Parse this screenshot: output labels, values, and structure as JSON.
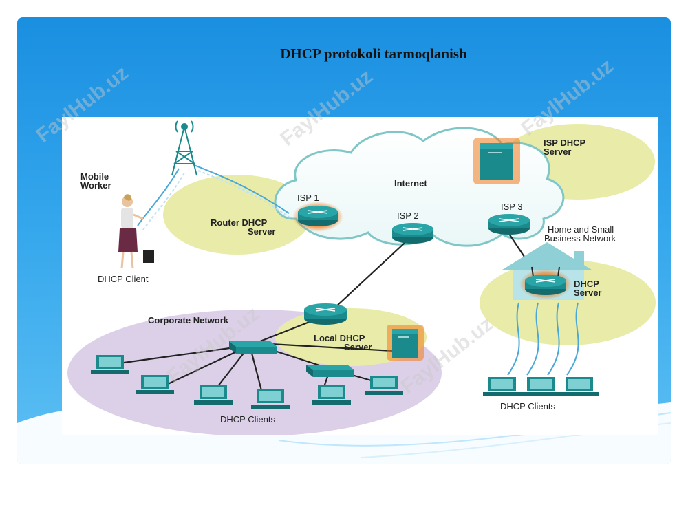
{
  "slide": {
    "title": "DHCP protokoli tarmoqlanish"
  },
  "diagram": {
    "labels": {
      "mobile_worker": [
        "Mobile",
        "Worker"
      ],
      "dhcp_client": "DHCP Client",
      "internet": "Internet",
      "isp1": "ISP 1",
      "isp2": "ISP 2",
      "isp3": "ISP 3",
      "router_dhcp_server": [
        "Router DHCP",
        "Server"
      ],
      "isp_dhcp_server": [
        "ISP DHCP",
        "Server"
      ],
      "home_small_business": [
        "Home and Small",
        "Business Network"
      ],
      "home_dhcp_server": [
        "DHCP",
        "Server"
      ],
      "corporate_network": "Corporate Network",
      "local_dhcp_server": [
        "Local DHCP",
        "Server"
      ],
      "dhcp_clients_corporate": "DHCP Clients",
      "dhcp_clients_home": "DHCP Clients"
    }
  },
  "watermark": "FaylHub.uz",
  "colors": {
    "slide_blue": "#1a8fe0",
    "zone_yellow": "#e8eca8",
    "corporate_purple": "#dcd0e8",
    "device_teal": "#1a8a8c",
    "highlight_orange": "#f07a1a"
  }
}
